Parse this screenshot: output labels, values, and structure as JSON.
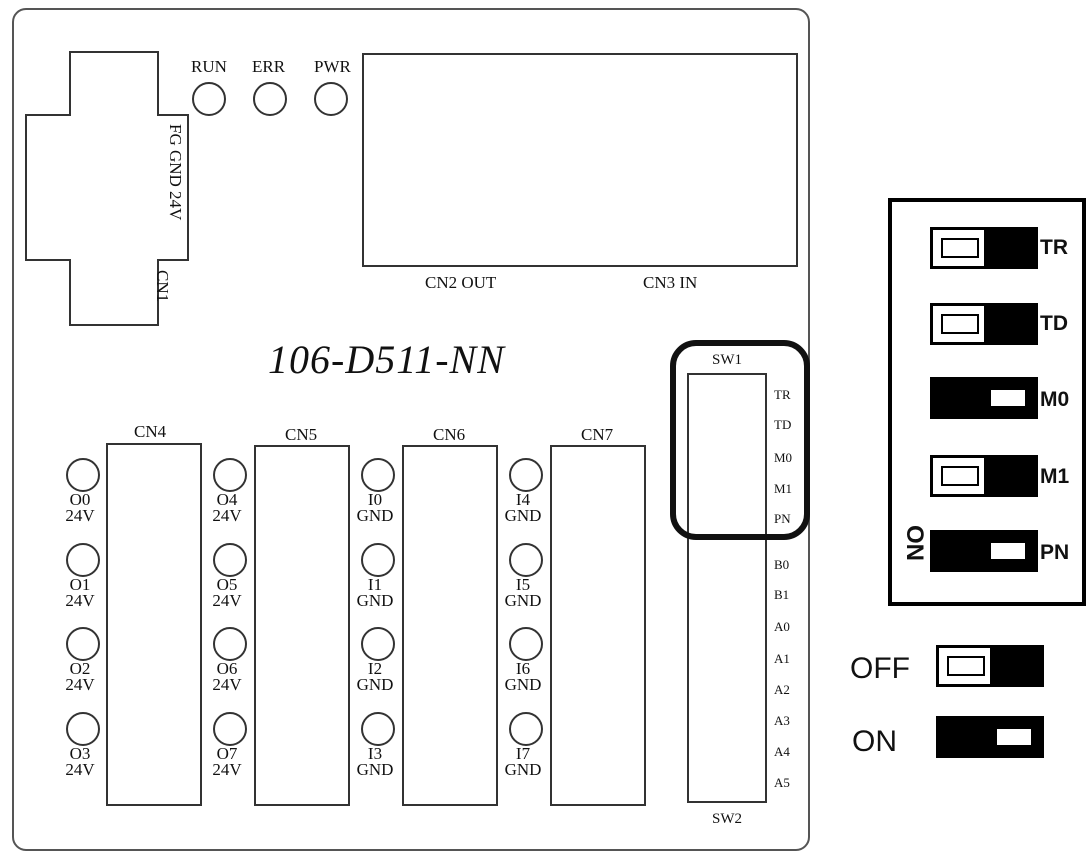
{
  "board": {
    "model": "106-D511-NN",
    "leds": [
      "RUN",
      "ERR",
      "PWR"
    ],
    "cn1": {
      "pins": "FG GND 24V",
      "name": "CN1"
    },
    "display_labels": {
      "out": "CN2  OUT",
      "in": "CN3  IN"
    },
    "connectors": [
      "CN4",
      "CN5",
      "CN6",
      "CN7"
    ],
    "io": {
      "cn4": [
        [
          "O0",
          "24V"
        ],
        [
          "O1",
          "24V"
        ],
        [
          "O2",
          "24V"
        ],
        [
          "O3",
          "24V"
        ]
      ],
      "cn5": [
        [
          "O4",
          "24V"
        ],
        [
          "O5",
          "24V"
        ],
        [
          "O6",
          "24V"
        ],
        [
          "O7",
          "24V"
        ]
      ],
      "cn6": [
        [
          "I0",
          "GND"
        ],
        [
          "I1",
          "GND"
        ],
        [
          "I2",
          "GND"
        ],
        [
          "I3",
          "GND"
        ]
      ],
      "cn7": [
        [
          "I4",
          "GND"
        ],
        [
          "I5",
          "GND"
        ],
        [
          "I6",
          "GND"
        ],
        [
          "I7",
          "GND"
        ]
      ]
    },
    "sw1": {
      "name": "SW1",
      "pins": [
        "TR",
        "TD",
        "M0",
        "M1",
        "PN"
      ]
    },
    "sw2": {
      "name": "SW2",
      "pins": [
        "B0",
        "B1",
        "A0",
        "A1",
        "A2",
        "A3",
        "A4",
        "A5"
      ]
    }
  },
  "dip_detail": {
    "on_marker": "ON",
    "switches": [
      {
        "label": "TR",
        "state": "off"
      },
      {
        "label": "TD",
        "state": "off"
      },
      {
        "label": "M0",
        "state": "on"
      },
      {
        "label": "M1",
        "state": "off"
      },
      {
        "label": "PN",
        "state": "on"
      }
    ]
  },
  "legend": {
    "off": "OFF",
    "on": "ON"
  }
}
